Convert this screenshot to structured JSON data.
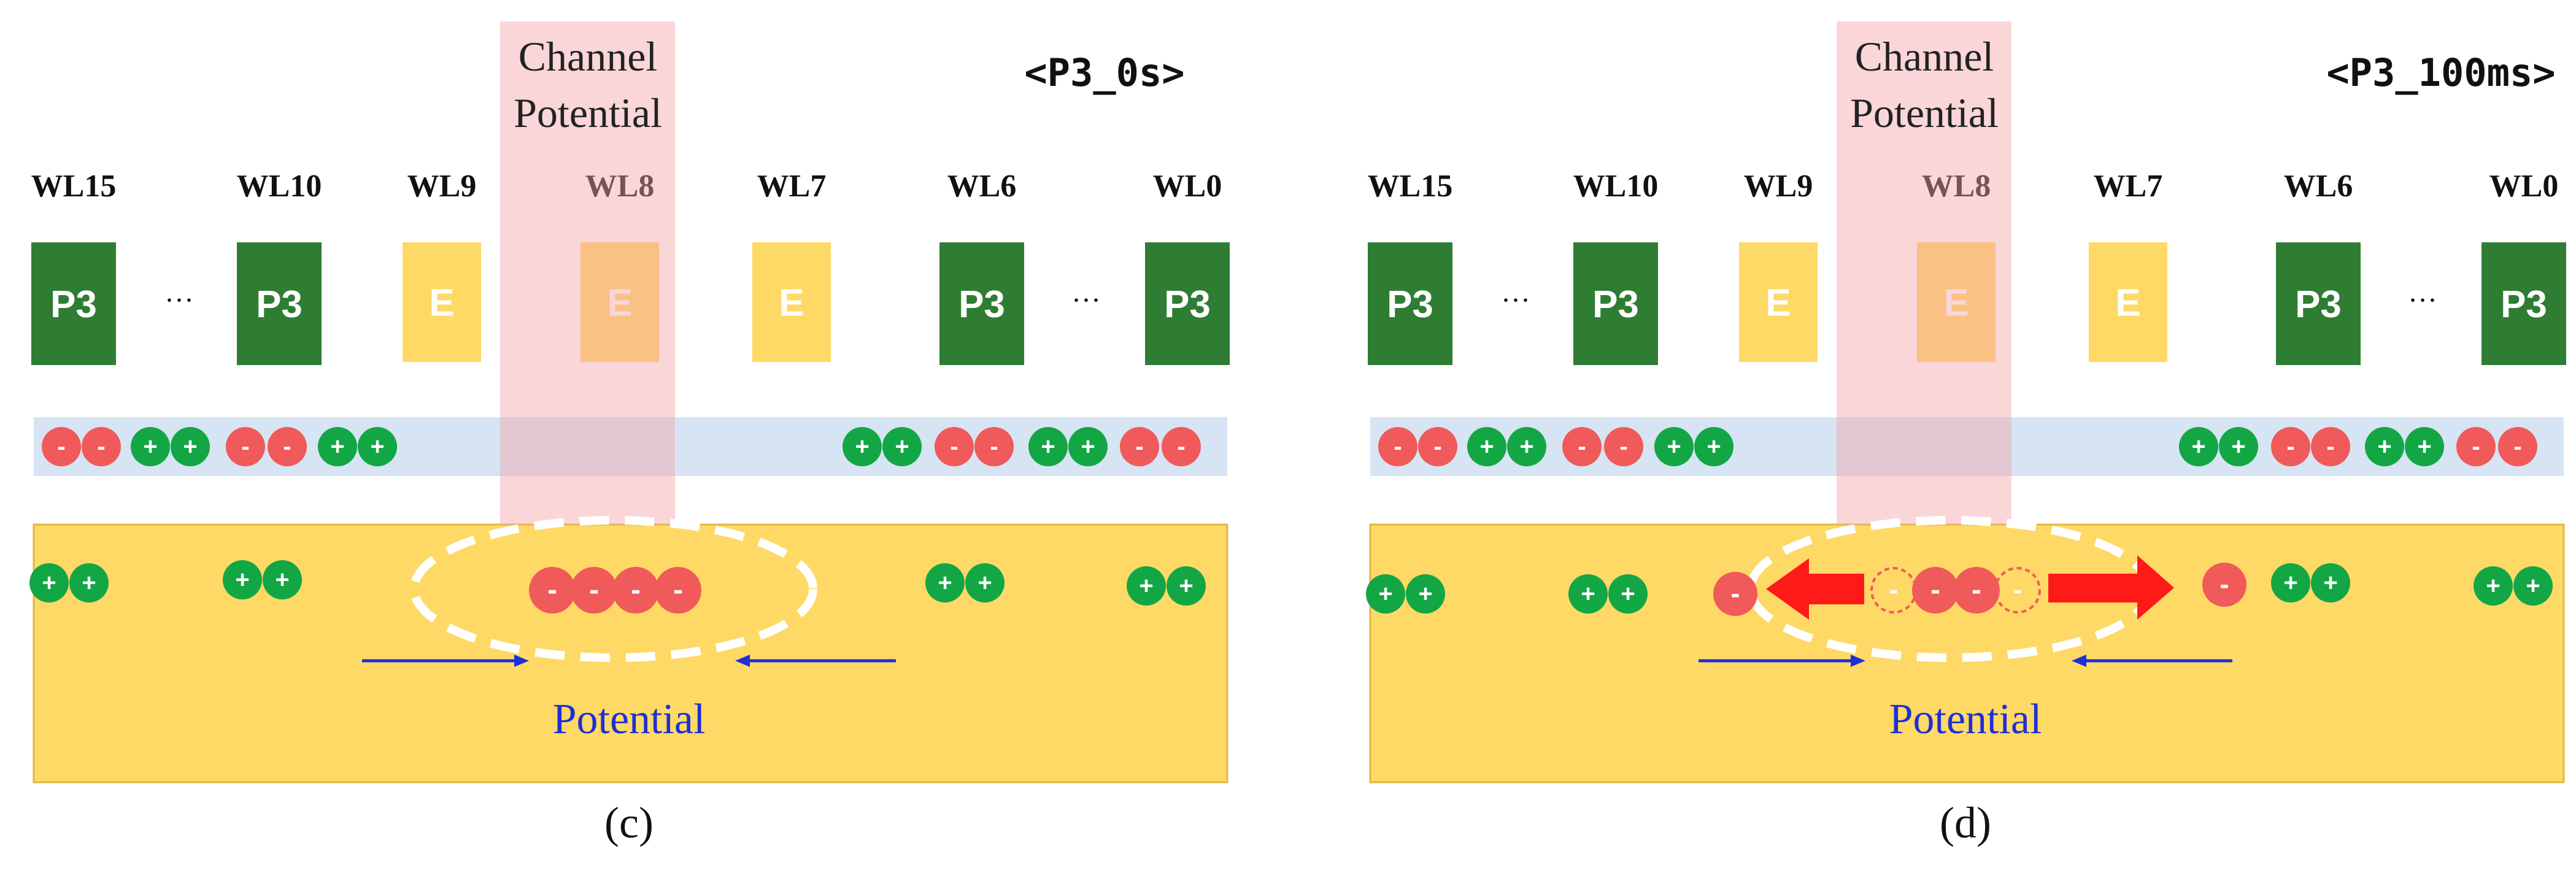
{
  "colors": {
    "program_cell": "#2e7d32",
    "erase_cell": "#ffd966",
    "channel_overlay": "#f4a3aa",
    "oxide_band": "#d6e4f3",
    "substrate": "#ffd966",
    "electron": "#f05a5a",
    "hole": "#13a645",
    "arrow_red": "#ff1a1a",
    "arrow_blue": "#1f2fd6",
    "potential_text": "#1f2fd6"
  },
  "panels": [
    {
      "id": "c",
      "caption": "(c)",
      "title": "<P3_0s>",
      "channel_label_line1": "Channel",
      "channel_label_line2": "Potential",
      "potential_label": "Potential",
      "wordlines": [
        "WL15",
        "WL10",
        "WL9",
        "WL8",
        "WL7",
        "WL6",
        "WL0"
      ],
      "cells": [
        "P3",
        "P3",
        "E",
        "E",
        "E",
        "P3",
        "P3"
      ],
      "ellipsis": "···",
      "minus": "-",
      "plus": "+"
    },
    {
      "id": "d",
      "caption": "(d)",
      "title": "<P3_100ms>",
      "channel_label_line1": "Channel",
      "channel_label_line2": "Potential",
      "potential_label": "Potential",
      "wordlines": [
        "WL15",
        "WL10",
        "WL9",
        "WL8",
        "WL7",
        "WL6",
        "WL0"
      ],
      "cells": [
        "P3",
        "P3",
        "E",
        "E",
        "E",
        "P3",
        "P3"
      ],
      "ellipsis": "···",
      "minus": "-",
      "plus": "+"
    }
  ]
}
